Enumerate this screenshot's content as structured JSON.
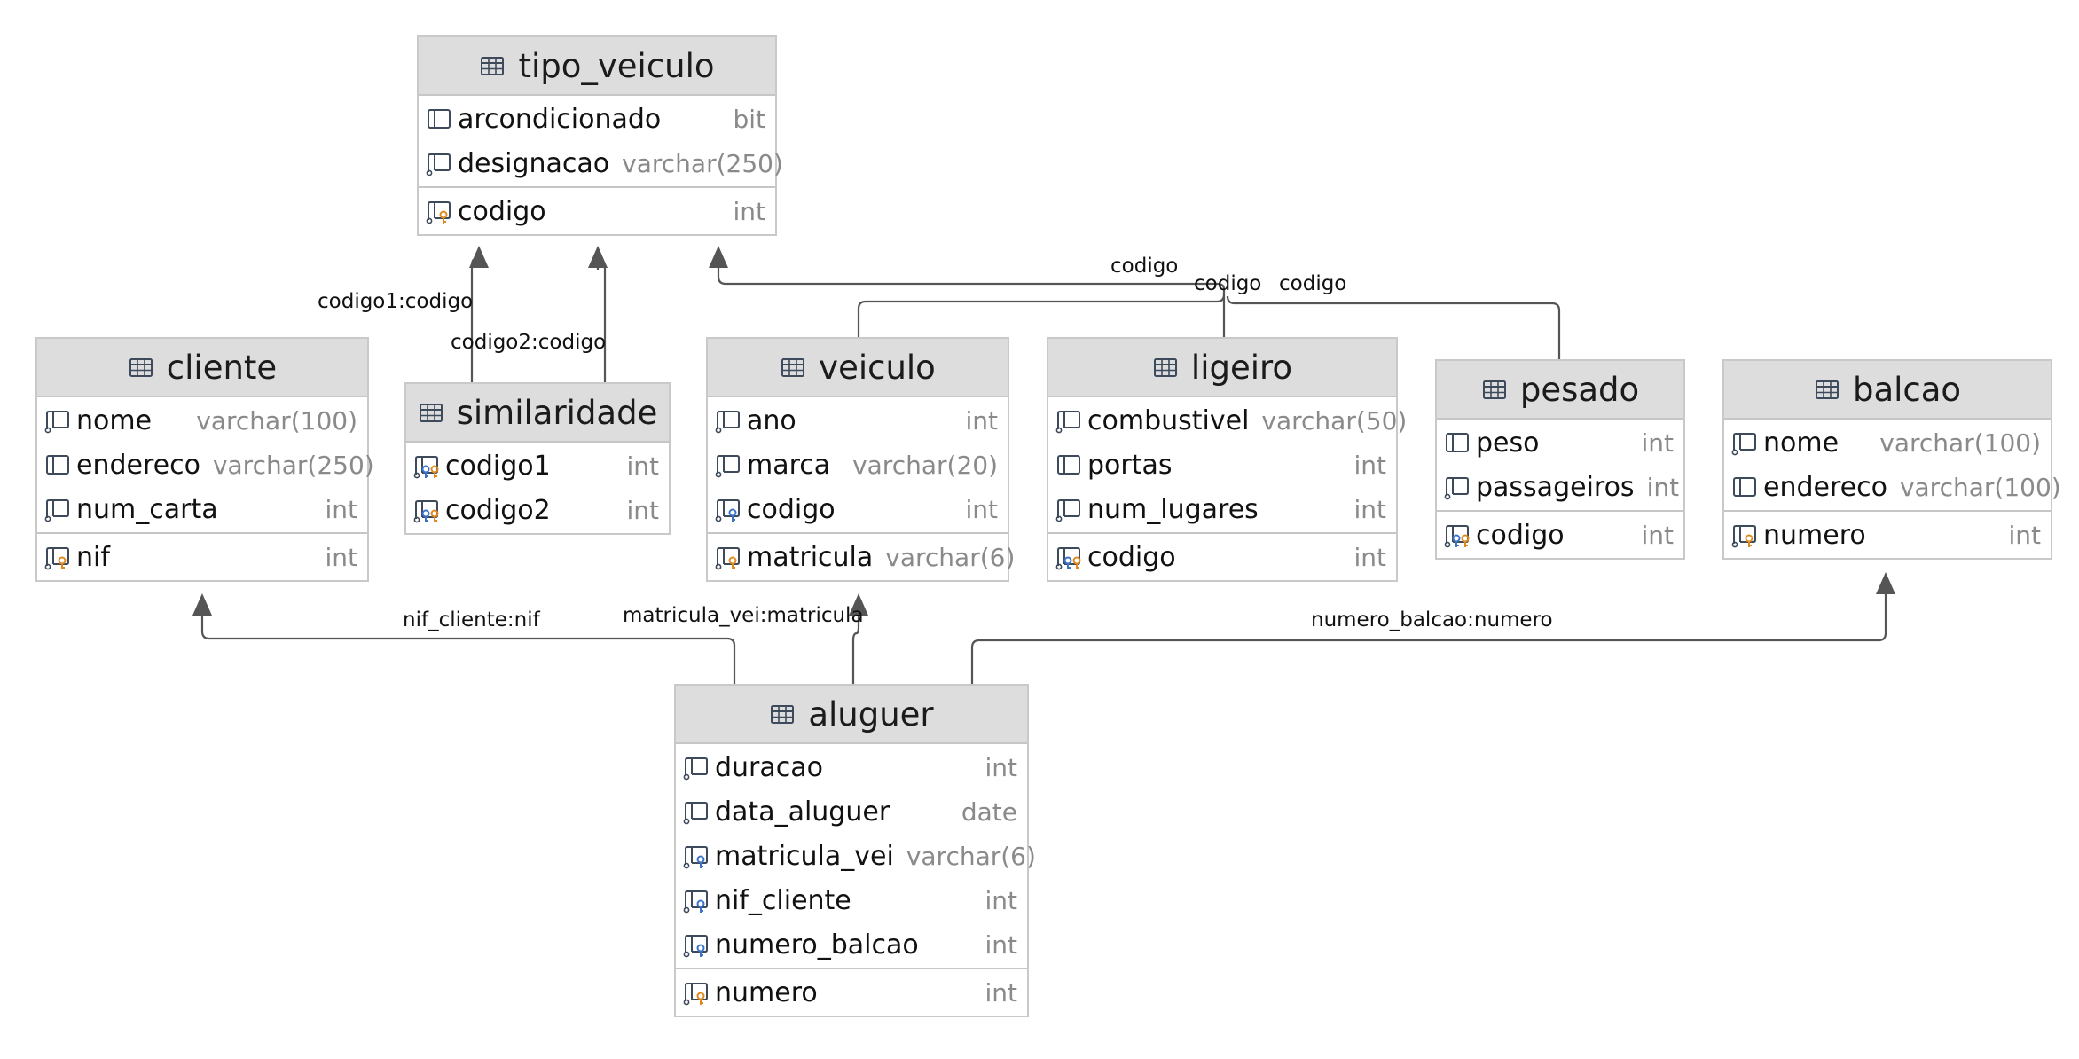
{
  "tables": {
    "tipo_veiculo": {
      "name": "tipo_veiculo",
      "columns": [
        {
          "name": "arcondicionado",
          "type": "bit",
          "icon": "column-icon"
        },
        {
          "name": "designacao",
          "type": "varchar(250)",
          "icon": "nullable-column-icon"
        }
      ],
      "keys": [
        {
          "name": "codigo",
          "type": "int",
          "icon": "primary-key-icon"
        }
      ]
    },
    "cliente": {
      "name": "cliente",
      "columns": [
        {
          "name": "nome",
          "type": "varchar(100)",
          "icon": "nullable-column-icon"
        },
        {
          "name": "endereco",
          "type": "varchar(250)",
          "icon": "column-icon"
        },
        {
          "name": "num_carta",
          "type": "int",
          "icon": "nullable-column-icon"
        }
      ],
      "keys": [
        {
          "name": "nif",
          "type": "int",
          "icon": "primary-key-icon"
        }
      ]
    },
    "similaridade": {
      "name": "similaridade",
      "columns": [
        {
          "name": "codigo1",
          "type": "int",
          "icon": "primary-foreign-key-icon"
        },
        {
          "name": "codigo2",
          "type": "int",
          "icon": "primary-foreign-key-icon"
        }
      ],
      "keys": []
    },
    "veiculo": {
      "name": "veiculo",
      "columns": [
        {
          "name": "ano",
          "type": "int",
          "icon": "nullable-column-icon"
        },
        {
          "name": "marca",
          "type": "varchar(20)",
          "icon": "nullable-column-icon"
        },
        {
          "name": "codigo",
          "type": "int",
          "icon": "foreign-key-icon"
        }
      ],
      "keys": [
        {
          "name": "matricula",
          "type": "varchar(6)",
          "icon": "primary-key-icon"
        }
      ]
    },
    "ligeiro": {
      "name": "ligeiro",
      "columns": [
        {
          "name": "combustivel",
          "type": "varchar(50)",
          "icon": "nullable-column-icon"
        },
        {
          "name": "portas",
          "type": "int",
          "icon": "column-icon"
        },
        {
          "name": "num_lugares",
          "type": "int",
          "icon": "nullable-column-icon"
        }
      ],
      "keys": [
        {
          "name": "codigo",
          "type": "int",
          "icon": "primary-foreign-key-icon"
        }
      ]
    },
    "pesado": {
      "name": "pesado",
      "columns": [
        {
          "name": "peso",
          "type": "int",
          "icon": "column-icon"
        },
        {
          "name": "passageiros",
          "type": "int",
          "icon": "nullable-column-icon"
        }
      ],
      "keys": [
        {
          "name": "codigo",
          "type": "int",
          "icon": "primary-foreign-key-icon"
        }
      ]
    },
    "balcao": {
      "name": "balcao",
      "columns": [
        {
          "name": "nome",
          "type": "varchar(100)",
          "icon": "nullable-column-icon"
        },
        {
          "name": "endereco",
          "type": "varchar(100)",
          "icon": "column-icon"
        }
      ],
      "keys": [
        {
          "name": "numero",
          "type": "int",
          "icon": "primary-key-icon"
        }
      ]
    },
    "aluguer": {
      "name": "aluguer",
      "columns": [
        {
          "name": "duracao",
          "type": "int",
          "icon": "nullable-column-icon"
        },
        {
          "name": "data_aluguer",
          "type": "date",
          "icon": "nullable-column-icon"
        },
        {
          "name": "matricula_vei",
          "type": "varchar(6)",
          "icon": "foreign-key-icon"
        },
        {
          "name": "nif_cliente",
          "type": "int",
          "icon": "foreign-key-icon"
        },
        {
          "name": "numero_balcao",
          "type": "int",
          "icon": "foreign-key-icon"
        }
      ],
      "keys": [
        {
          "name": "numero",
          "type": "int",
          "icon": "primary-key-icon"
        }
      ]
    }
  },
  "relations": {
    "similaridade_codigo1": "codigo1:codigo",
    "similaridade_codigo2": "codigo2:codigo",
    "veiculo_codigo": "codigo",
    "ligeiro_codigo": "codigo",
    "pesado_codigo": "codigo",
    "aluguer_cliente": "nif_cliente:nif",
    "aluguer_veiculo": "matricula_vei:matricula",
    "aluguer_balcao": "numero_balcao:numero"
  },
  "colors": {
    "header_bg": "#dddddd",
    "border": "#c9c9c9",
    "line": "#555555",
    "type_text": "#8a8a8a",
    "icon_stroke": "#3c4a5c",
    "primary_key": "#e08a1e",
    "foreign_key": "#3a73c8"
  }
}
